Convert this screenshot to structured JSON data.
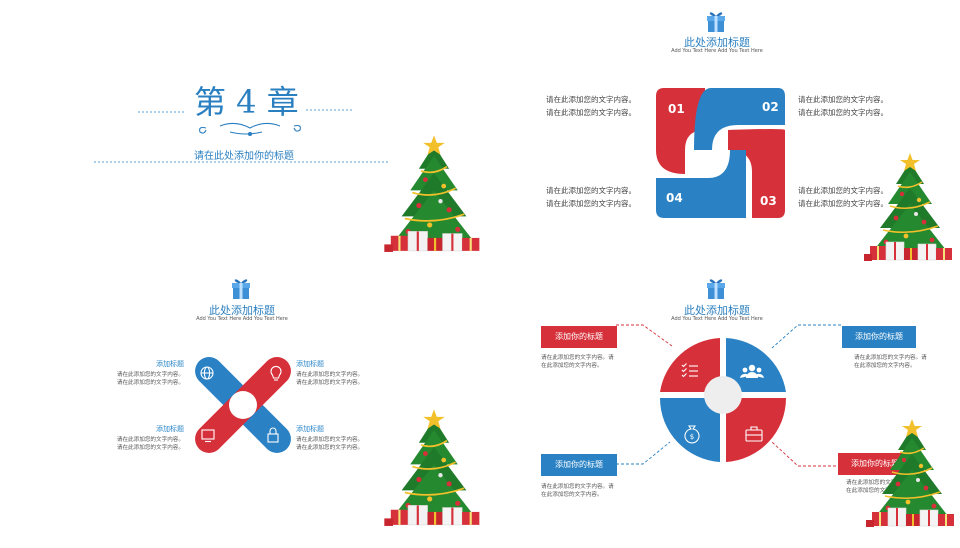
{
  "colors": {
    "blue": "#2a82c4",
    "red": "#d6303a",
    "title_blue": "#2a7fc0"
  },
  "chapter": {
    "title": "第 4 章",
    "subtitle": "请在此处添加你的标题"
  },
  "section_header": {
    "title": "此处添加标题",
    "subtitle": "Add You Text Here Add You Text Here"
  },
  "pinwheel": {
    "numbers": [
      "01",
      "02",
      "03",
      "04"
    ],
    "texts": [
      [
        "请在此添加您的文字内容。",
        "请在此添加您的文字内容。"
      ],
      [
        "请在此添加您的文字内容。",
        "请在此添加您的文字内容。"
      ],
      [
        "请在此添加您的文字内容。",
        "请在此添加您的文字内容。"
      ],
      [
        "请在此添加您的文字内容。",
        "请在此添加您的文字内容。"
      ]
    ]
  },
  "cross": {
    "items": [
      {
        "label": "添加标题",
        "lines": [
          "请在此添加您的文字内容。",
          "请在此添加您的文字内容。"
        ],
        "icon": "globe-icon"
      },
      {
        "label": "添加标题",
        "lines": [
          "请在此添加您的文字内容。",
          "请在此添加您的文字内容。"
        ],
        "icon": "lightbulb-icon"
      },
      {
        "label": "添加标题",
        "lines": [
          "请在此添加您的文字内容。",
          "请在此添加您的文字内容。"
        ],
        "icon": "monitor-icon"
      },
      {
        "label": "添加标题",
        "lines": [
          "请在此添加您的文字内容。",
          "请在此添加您的文字内容。"
        ],
        "icon": "lock-icon"
      }
    ]
  },
  "quad": {
    "items": [
      {
        "tag": "添加你的标题",
        "lines": [
          "请在此添加您的文字内容。请",
          "在此添加您的文字内容。"
        ],
        "icon": "checklist-icon"
      },
      {
        "tag": "添加你的标题",
        "lines": [
          "请在此添加您的文字内容。请",
          "在此添加您的文字内容。"
        ],
        "icon": "people-icon"
      },
      {
        "tag": "添加你的标题",
        "lines": [
          "请在此添加您的文字内容。请",
          "在此添加您的文字内容。"
        ],
        "icon": "money-bag-icon"
      },
      {
        "tag": "添加你的标题",
        "lines": [
          "请在此添加您的文字内容。请",
          "在此添加您的文字内容。"
        ],
        "icon": "briefcase-icon"
      }
    ]
  }
}
